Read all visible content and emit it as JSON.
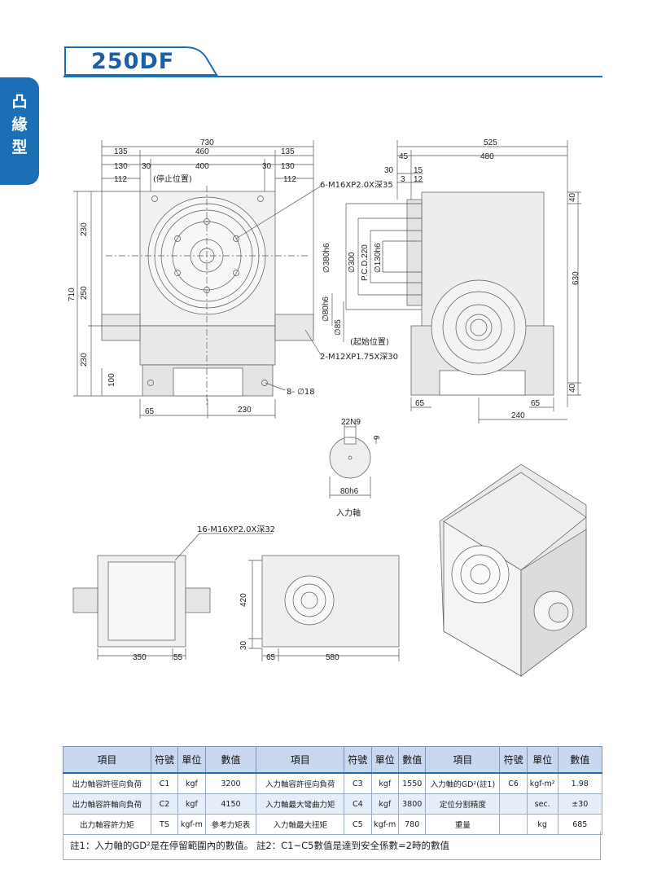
{
  "header": {
    "model": "250DF",
    "side_tab": [
      "凸",
      "緣",
      "型"
    ]
  },
  "front_view": {
    "dims": {
      "overall_width": "730",
      "left_shaft": "135",
      "center": "460",
      "right_shaft": "135",
      "left_a": "130",
      "left_b": "30",
      "center_b": "400",
      "right_b": "30",
      "right_a": "130",
      "left_c": "112",
      "right_c": "112",
      "height_total": "710",
      "h_top": "230",
      "h_mid": "250",
      "h_bot": "230",
      "h_foot": "100",
      "bottom_offset": "65",
      "bottom_center": "230"
    },
    "labels": {
      "stop_position": "(停止位置)",
      "tapped_holes": "6-M16XP2.0X深35",
      "start_position": "(起始位置)",
      "side_tap": "2-M12XP1.75X深30",
      "mount_holes": "8- ∅18",
      "d380": "∅380h6",
      "d300": "∅300",
      "pcd220": "P.C.D.220",
      "d130": "∅130h6",
      "d80": "∅80h6",
      "d85": "∅85"
    }
  },
  "side_view": {
    "dims": {
      "overall": "525",
      "offset": "45",
      "body": "480",
      "a": "30",
      "b": "15",
      "c": "3",
      "d": "12",
      "height": "630",
      "top40": "40",
      "bot40": "40",
      "foot_left": "65",
      "foot_right": "65",
      "base": "240"
    }
  },
  "input_shaft": {
    "key": "22N9",
    "depth": "9",
    "diameter": "80h6",
    "caption": "入力軸"
  },
  "lower_views": {
    "top_tap": "16-M16XP2.0X深32",
    "left_w": "350",
    "left_off": "55",
    "right_h": "420",
    "right_foot": "30",
    "right_off": "65",
    "right_w": "580"
  },
  "spec_table": {
    "headers": [
      "項目",
      "符號",
      "單位",
      "數值",
      "項目",
      "符號",
      "單位",
      "數值",
      "項目",
      "符號",
      "單位",
      "數值"
    ],
    "rows": [
      [
        "出力軸容許徑向負荷",
        "C1",
        "kgf",
        "3200",
        "入力軸容許徑向負荷",
        "C3",
        "kgf",
        "1550",
        "入力軸的GD²(註1)",
        "C6",
        "kgf-m²",
        "1.98"
      ],
      [
        "出力軸容許軸向負荷",
        "C2",
        "kgf",
        "4150",
        "入力軸最大彎曲力矩",
        "C4",
        "kgf",
        "3800",
        "定位分割精度",
        "",
        "sec.",
        "±30"
      ],
      [
        "出力軸容許力矩",
        "TS",
        "kgf-m",
        "參考力矩表",
        "入力軸最大扭矩",
        "C5",
        "kgf-m",
        "780",
        "重量",
        "",
        "kg",
        "685"
      ]
    ],
    "footnote": "註1：入力軸的GD²是在停留範圍內的數值。 註2：C1~C5數值是達到安全係數=2時的數值"
  },
  "colors": {
    "accent": "#1b6fb5",
    "header_bg": "#c9d8ef",
    "row_alt": "#e6eef9"
  }
}
